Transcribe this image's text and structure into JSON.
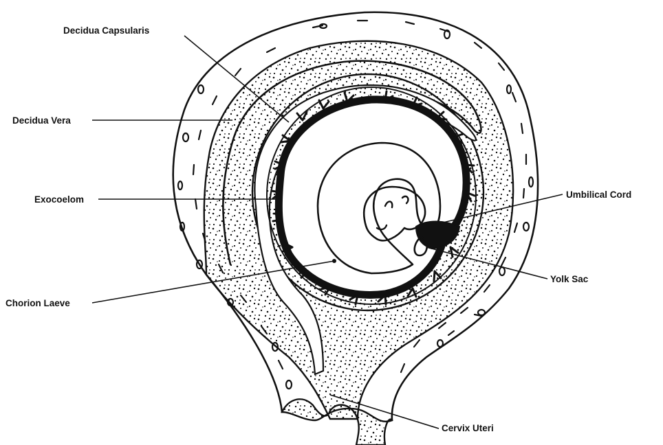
{
  "labels": {
    "decidua_capsularis": "Decidua Capsularis",
    "decidua_vera": "Decidua Vera",
    "exocoelom": "Exocoelom",
    "chorion_laeve": "Chorion Laeve",
    "umbilical_cord": "Umbilical Cord",
    "yolk_sac": "Yolk Sac",
    "cervix_uteri": "Cervix Uteri"
  },
  "colors": {
    "ink": "#111111",
    "background": "#ffffff"
  }
}
